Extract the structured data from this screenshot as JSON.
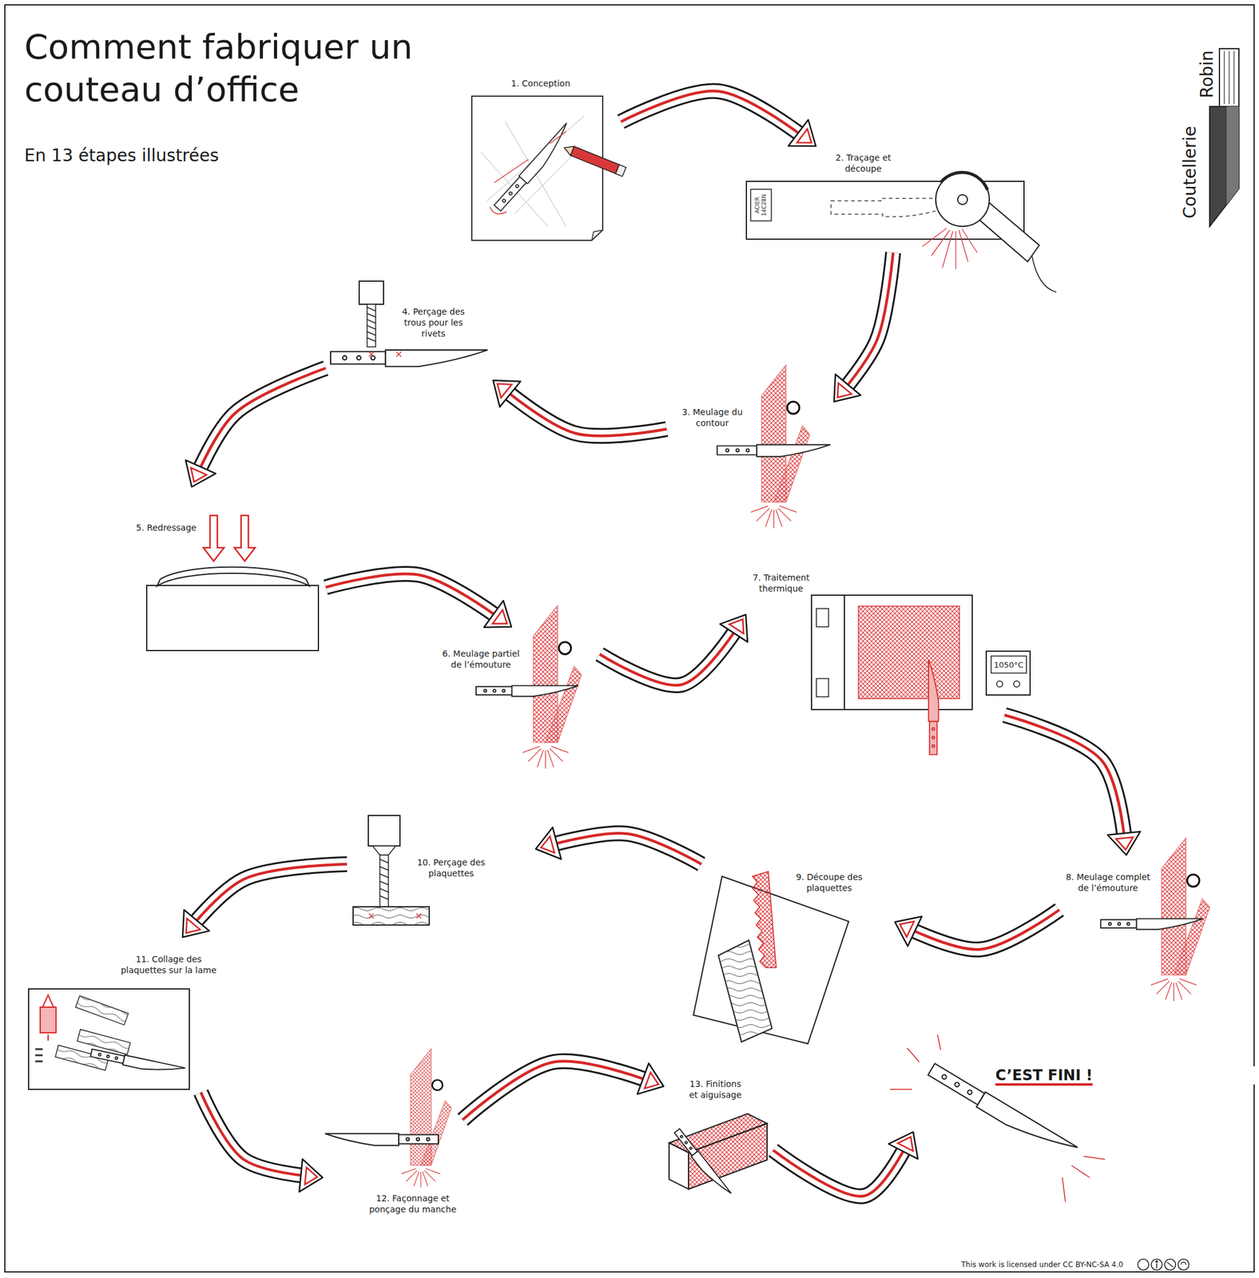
{
  "diagram": {
    "title": "Comment fabriquer un couteau d’office",
    "caption": "En 13 étapes illustrées",
    "nodes": [
      {
        "text": [
          "1. Conception"
        ]
      },
      {
        "text": [
          "2. Traçage et découpe"
        ]
      },
      {
        "text": [
          "3. Meulage du contour"
        ]
      },
      {
        "text": [
          "4. Perçage des trous pour les rivets"
        ]
      },
      {
        "text": [
          "5. Redressage"
        ]
      },
      {
        "text": [
          "6. Meulage partiel de l’émouture"
        ]
      },
      {
        "text": [
          "7. Traitement thermique"
        ]
      },
      {
        "text": [
          "8. Meulage complet de l’émouture"
        ]
      },
      {
        "text": [
          "9. Découpe des plaquettes"
        ]
      },
      {
        "text": [
          "10. Perçage des plaquettes"
        ]
      },
      {
        "text": [
          "11. Collage des plaquettes sur la lame"
        ]
      },
      {
        "text": [
          "12. Façonnage et ponçage du manche"
        ]
      },
      {
        "text": [
          "13. Finitions et aiguisage"
        ]
      },
      {
        "text": [
          "C’EST FINI !"
        ]
      }
    ],
    "edges": [
      {
        "from": 0,
        "to": 1,
        "arrow": "to"
      },
      {
        "from": 1,
        "to": 2,
        "arrow": "to"
      },
      {
        "from": 2,
        "to": 3,
        "arrow": "to"
      },
      {
        "from": 3,
        "to": 4,
        "arrow": "to"
      },
      {
        "from": 4,
        "to": 5,
        "arrow": "to"
      },
      {
        "from": 5,
        "to": 6,
        "arrow": "to"
      },
      {
        "from": 6,
        "to": 7,
        "arrow": "to"
      },
      {
        "from": 7,
        "to": 8,
        "arrow": "to"
      },
      {
        "from": 8,
        "to": 9,
        "arrow": "to"
      },
      {
        "from": 9,
        "to": 10,
        "arrow": "to"
      },
      {
        "from": 10,
        "to": 11,
        "arrow": "to"
      },
      {
        "from": 11,
        "to": 12,
        "arrow": "to"
      },
      {
        "from": 12,
        "to": 13,
        "arrow": "to"
      }
    ],
    "labels": [
      "Coutellerie",
      "Robin",
      "ACIER 14C28N",
      "1050°C",
      "This work is licensed under CC BY-NC-SA 4.0"
    ]
  }
}
